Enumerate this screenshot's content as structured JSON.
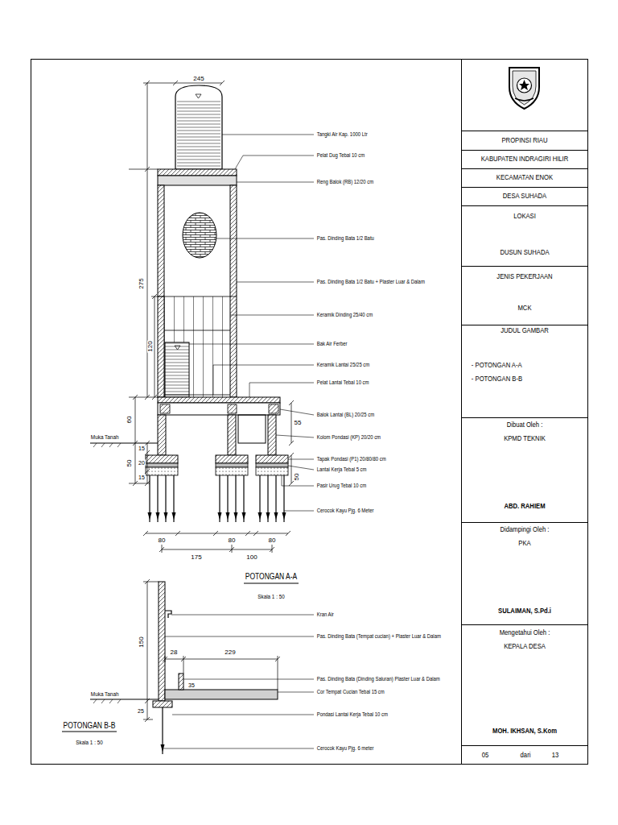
{
  "diagram": {
    "labels": [
      "245",
      "Tangki Air Kap. 1000 Ltr",
      "Pelat Dug Tebal 10 cm",
      "Reng Balok (RB) 12/20 cm",
      "Pas. Dinding Bata 1/2 Batu",
      "Pas. Dinding Bata 1/2 Batu + Plaster Luar & Dalam",
      "Keramik Dinding 25/40 cm",
      "Bak Air Ferber",
      "Keramik Lantai 25/25 cm",
      "Pelat Lantai Tebal 10 cm",
      "Balok Lantai (BL) 20/25 cm",
      "Kolom Pondasi (KP) 20/20 cm",
      "Tapak Pondasi (P1) 20/80/80 cm",
      "Lantai Kerja Tebal 5 cm",
      "Pasir Urug Tebal 10 cm",
      "Cerocok Kayu Pjg. 6 Meter",
      "275",
      "120",
      "60",
      "Muka Tanah",
      "15",
      "50",
      "20",
      "15",
      "55",
      "50",
      "80",
      "80",
      "80",
      "175",
      "100",
      "POTONGAN A-A",
      "Skala 1 : 50",
      "Kran Air",
      "Pas. Dinding Bata (Tempat cucian) + Plaster Luar & Dalam",
      "150",
      "28",
      "229",
      "Pas. Dinding Bata (Dinding Saluran) Plaster Luar & Dalam",
      "35",
      "Cor Tempat Cucian Tebal 15 cm",
      "Muka Tanah",
      "25",
      "Pondasi Lantai Kerja Tebal 10 cm",
      "POTONGAN B-B",
      "Skala 1 : 50",
      "Cerocok Kayu Pjg. 6 meter",
      "PROPINSI RIAU",
      "KABUPATEN INDRAGIRI HILIR",
      "KECAMATAN ENOK",
      "DESA SUHADA",
      "LOKASI",
      "DUSUN SUHADA",
      "JENIS PEKERJAAN",
      "MCK",
      "JUDUL GAMBAR",
      "- POTONGAN A-A",
      "- POTONGAN B-B",
      "Dibuat Oleh :",
      "KPMD TEKNIK",
      "ABD. RAHIEM",
      "Didampingi Oleh :",
      "PKA",
      "SULAIMAN, S.Pd.i",
      "Mengetahui Oleh :",
      "KEPALA DESA",
      "MOH. IKHSAN, S.Kom",
      "05",
      "dari",
      "13"
    ]
  }
}
